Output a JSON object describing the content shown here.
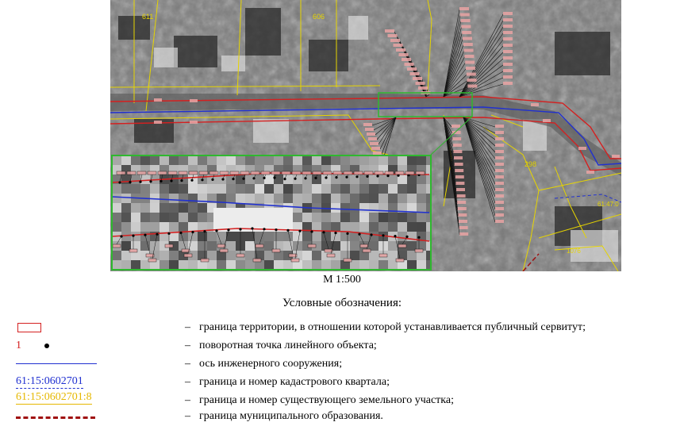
{
  "map": {
    "parcel_labels": [
      "611",
      "606",
      "298",
      "61:47:0",
      "1076"
    ],
    "inset_border_color": "#2fb82f",
    "boundary_color": "#d42020",
    "axis_color": "#2030d0",
    "parcel_color": "#e6d400"
  },
  "scale": "М 1:500",
  "legend": {
    "title": "Условные обозначения:",
    "items": [
      {
        "symbol": "red-rect",
        "label": "граница территории, в отношении которой устанавливается публичный сервитут;"
      },
      {
        "symbol": "point",
        "number": "1",
        "label": "поворотная точка линейного объекта;"
      },
      {
        "symbol": "blue-line",
        "label": "ось инженерного сооружения;"
      },
      {
        "symbol": "quarter",
        "code": "61:15:0602701",
        "label": "граница и номер кадастрового квартала;"
      },
      {
        "symbol": "parcel",
        "code": "61:15:0602701:8",
        "label": "граница и номер существующего земельного участка;"
      },
      {
        "symbol": "municipal",
        "label": "граница муниципального образования."
      }
    ],
    "dash": "–"
  }
}
